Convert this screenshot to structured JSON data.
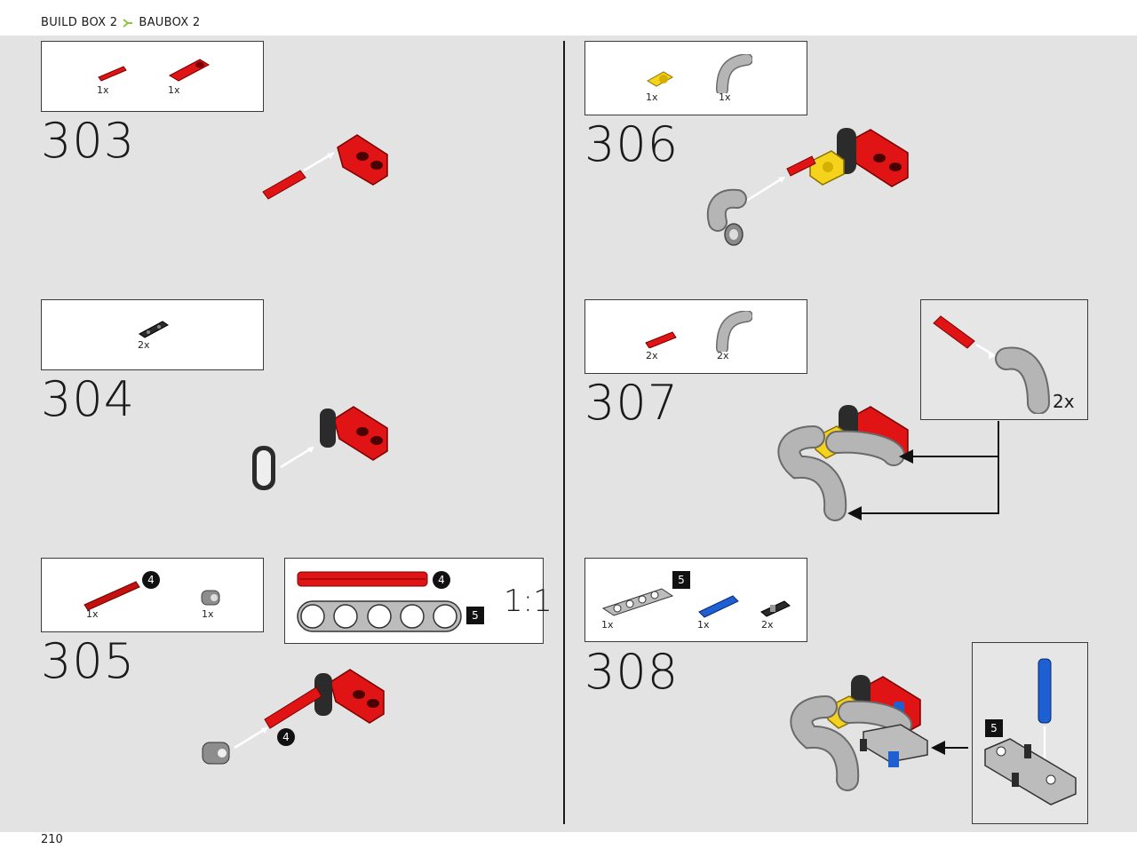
{
  "header": {
    "left": "BUILD BOX 2",
    "right": "BAUBOX 2"
  },
  "page_number": "210",
  "colors": {
    "red": "#e01414",
    "yellow": "#f5d21c",
    "grey": "#a9a9a9",
    "dark": "#2b2b2b",
    "blue": "#1e5fd1",
    "accent": "#8cc63f"
  },
  "steps": [
    {
      "number": "303",
      "parts": [
        {
          "qty": "1x",
          "icon": "red-axle-pin"
        },
        {
          "qty": "1x",
          "icon": "red-beam-connector"
        }
      ]
    },
    {
      "number": "304",
      "parts": [
        {
          "qty": "2x",
          "icon": "dark-connector-plate"
        }
      ]
    },
    {
      "number": "305",
      "parts": [
        {
          "qty": "1x",
          "icon": "red-axle",
          "badge": "4"
        },
        {
          "qty": "1x",
          "icon": "grey-bush"
        }
      ],
      "scale_box": {
        "label": "1:1",
        "axle_badge": "4",
        "beam_badge": "5"
      },
      "callout_badge": "4"
    },
    {
      "number": "306",
      "parts": [
        {
          "qty": "1x",
          "icon": "yellow-connector"
        },
        {
          "qty": "1x",
          "icon": "grey-elbow"
        }
      ]
    },
    {
      "number": "307",
      "parts": [
        {
          "qty": "2x",
          "icon": "red-axle-pin"
        },
        {
          "qty": "2x",
          "icon": "grey-elbow"
        }
      ],
      "sub_step": {
        "qty": "2x"
      }
    },
    {
      "number": "308",
      "parts": [
        {
          "qty": "1x",
          "icon": "grey-beam",
          "badge": "5"
        },
        {
          "qty": "1x",
          "icon": "blue-pin"
        },
        {
          "qty": "2x",
          "icon": "dark-pin"
        }
      ],
      "sub_step": {
        "badge": "5"
      }
    }
  ]
}
